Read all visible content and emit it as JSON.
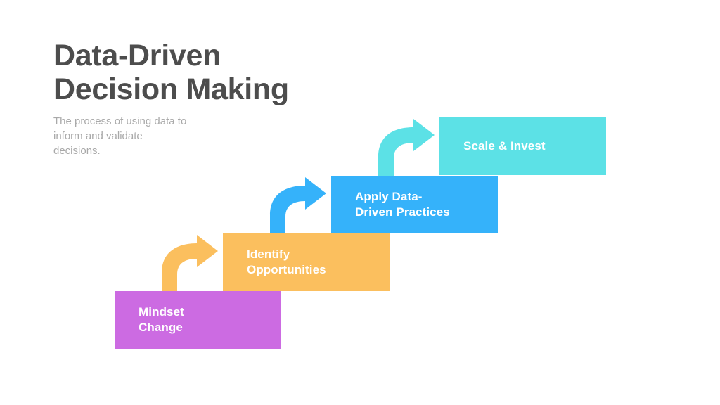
{
  "header": {
    "title": "Data-Driven\nDecision Making",
    "subtitle": "The process of using data to\ninform and validate\ndecisions.",
    "title_color": "#4d4d4d",
    "subtitle_color": "#a9a9a9"
  },
  "diagram": {
    "type": "ascending-staircase",
    "background": "#ffffff",
    "step_label_color": "#ffffff",
    "steps": [
      {
        "label": "Mindset\nChange",
        "color": "#cc6be2",
        "order": 1
      },
      {
        "label": "Identify\nOpportunities",
        "color": "#fbbf5e",
        "order": 2
      },
      {
        "label": "Apply Data-\nDriven Practices",
        "color": "#35b2fa",
        "order": 3
      },
      {
        "label": "Scale &  Invest",
        "color": "#5ce1e6",
        "order": 4
      }
    ],
    "arrows": [
      {
        "color": "#fbbf5e",
        "from": "Mindset Change",
        "to": "Identify Opportunities"
      },
      {
        "color": "#35b2fa",
        "from": "Identify Opportunities",
        "to": "Apply Data-Driven Practices"
      },
      {
        "color": "#5ce1e6",
        "from": "Apply Data-Driven Practices",
        "to": "Scale &  Invest"
      }
    ]
  }
}
